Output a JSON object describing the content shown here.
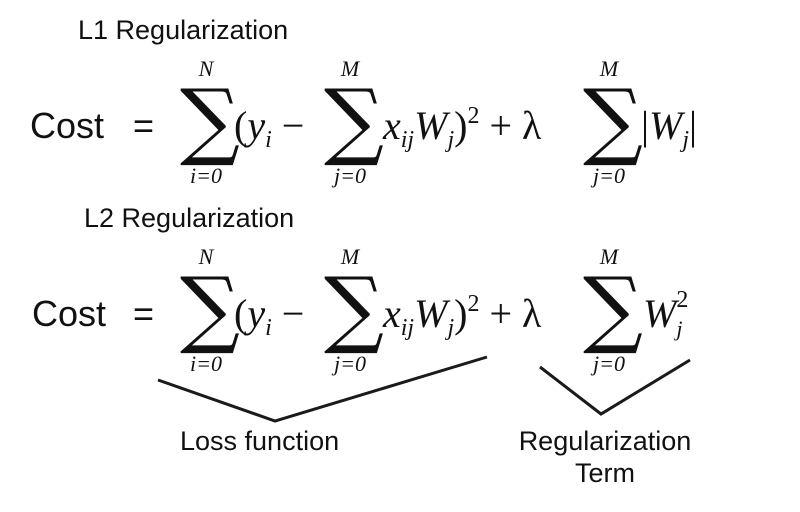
{
  "headings": {
    "l1": "L1 Regularization",
    "l2": "L2 Regularization"
  },
  "equation": {
    "lhs": "Cost",
    "equals": "=",
    "sum_symbol": "∑",
    "outer_upper": "N",
    "outer_lower": "i=0",
    "inner_upper": "M",
    "inner_lower": "j=0",
    "open": "(",
    "y": "y",
    "y_sub": "i",
    "minus": "−",
    "x": "x",
    "x_sub": "ij",
    "w": "W",
    "w_sub": "j",
    "close": ")",
    "square": "2",
    "plus_lambda": "+ λ",
    "abs_bar": "|"
  },
  "labels": {
    "loss": "Loss function",
    "reg_line1": "Regularization",
    "reg_line2": "Term"
  }
}
